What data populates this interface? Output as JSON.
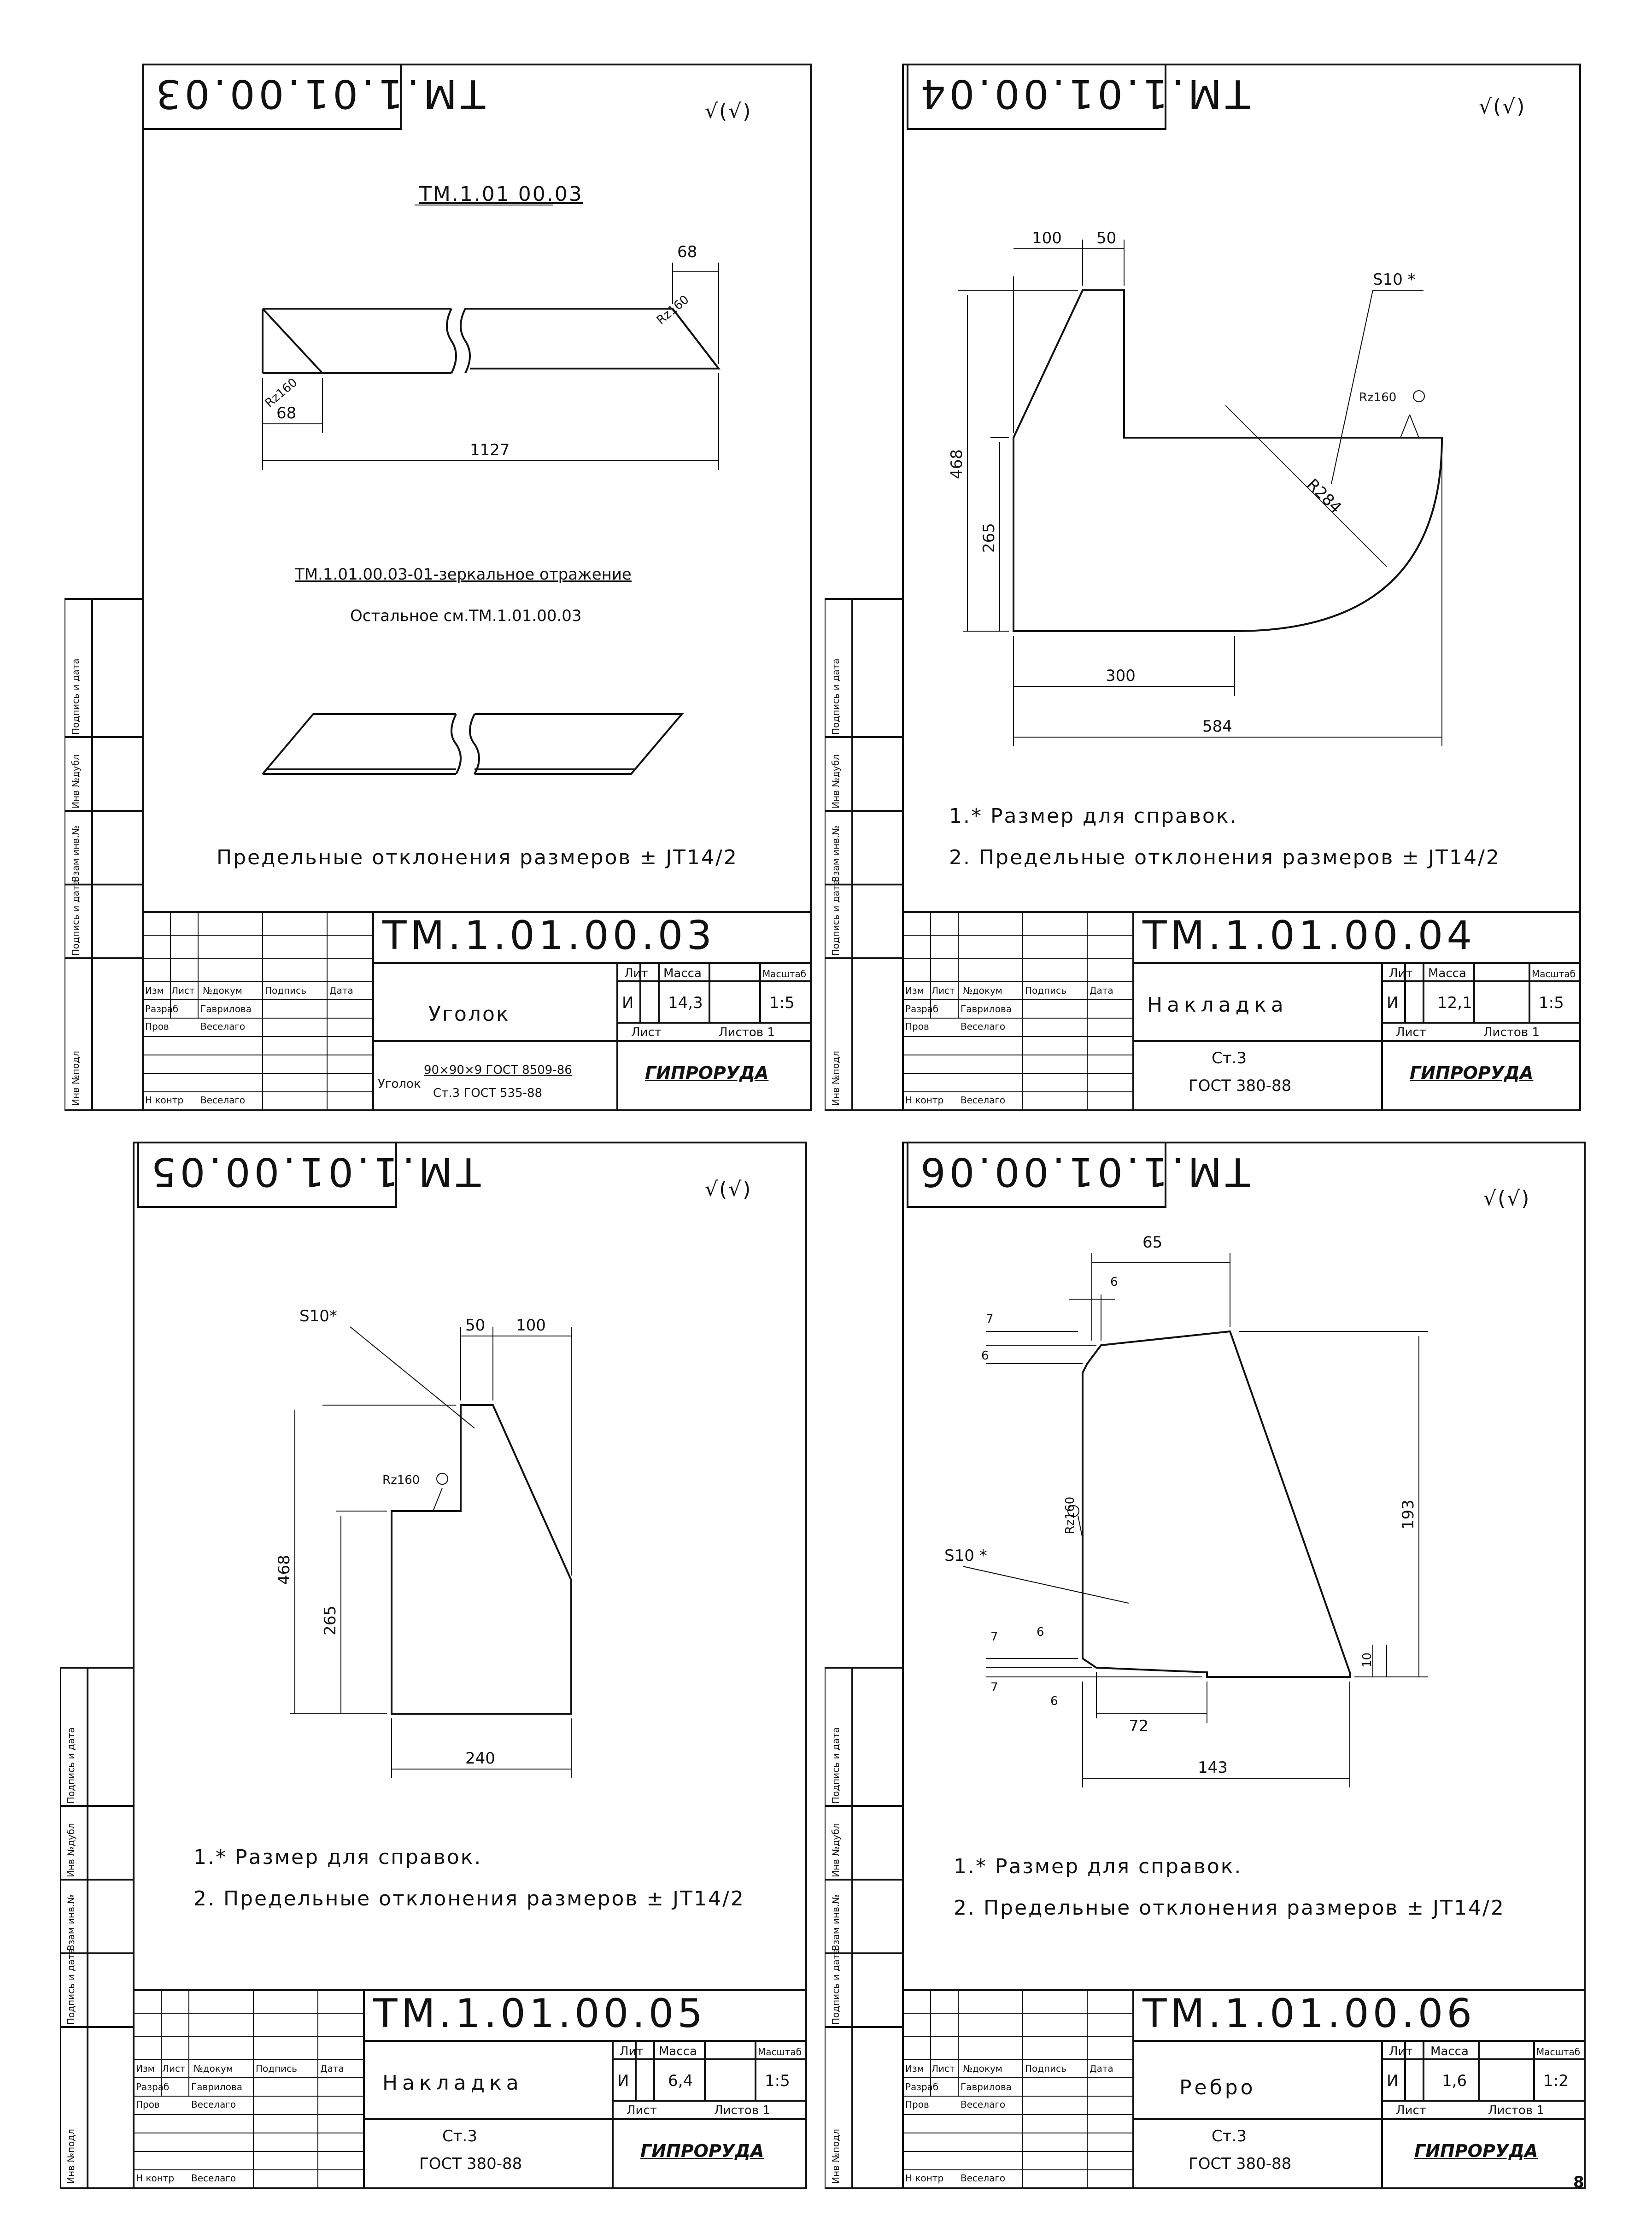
{
  "sheets": [
    {
      "code": "ТМ.1.01.00.03",
      "mirror_code": "ТМ.1.01.00.03",
      "roughness_mark": "√(√)",
      "drawing_title": "ТМ.1.01 00.03",
      "note_mirror": "ТМ.1.01.00.03-01-зеркальное отражение",
      "note_rest": "Остальное см.ТМ.1.01.00.03",
      "tolerance": "Предельные отклонения размеров ± JT14/2",
      "dims": [
        "68",
        "Rz160",
        "Rz160",
        "68",
        "1127"
      ],
      "part_name": "Уголок",
      "material_line1": "90×90×9 ГОСТ 8509-86",
      "material_line2": "Ст.3 ГОСТ 535-88",
      "material_prefix": "Уголок",
      "lit": "И",
      "mass": "14,3",
      "scale": "1:5",
      "rows": {
        "razrab": "Разраб",
        "razrab_name": "Гаврилова",
        "prov": "Пров",
        "prov_name": "Веселаго",
        "nkontr": "Н контр",
        "nkontr_name": "Веселаго"
      }
    },
    {
      "code": "ТМ.1.01.00.04",
      "mirror_code": "ТМ.1.01.00.04",
      "roughness_mark": "√(√)",
      "notes": [
        "1.* Размер для справок.",
        "2. Предельные отклонения размеров ± JT14/2"
      ],
      "dims": [
        "100",
        "50",
        "S10 *",
        "Rz160",
        "R284",
        "468",
        "265",
        "300",
        "584"
      ],
      "part_name": "Накладка",
      "material_line1": "Ст.3",
      "material_line2": "ГОСТ 380-88",
      "lit": "И",
      "mass": "12,1",
      "scale": "1:5",
      "rows": {
        "razrab": "Разраб",
        "razrab_name": "Гаврилова",
        "prov": "Пров",
        "prov_name": "Веселаго",
        "nkontr": "Н контр",
        "nkontr_name": "Веселаго"
      }
    },
    {
      "code": "ТМ.1.01.00.05",
      "mirror_code": "ТМ.1.01.00.05",
      "roughness_mark": "√(√)",
      "notes": [
        "1.* Размер для справок.",
        "2. Предельные отклонения размеров ± JT14/2"
      ],
      "dims": [
        "S10*",
        "50",
        "100",
        "Rz160",
        "468",
        "265",
        "240"
      ],
      "part_name": "Накладка",
      "material_line1": "Ст.3",
      "material_line2": "ГОСТ 380-88",
      "lit": "И",
      "mass": "6,4",
      "scale": "1:5",
      "rows": {
        "razrab": "Разраб",
        "razrab_name": "Гаврилова",
        "prov": "Пров",
        "prov_name": "Веселаго",
        "nkontr": "Н контр",
        "nkontr_name": "Веселаго"
      }
    },
    {
      "code": "ТМ.1.01.00.06",
      "mirror_code": "ТМ.1.01.00.06",
      "roughness_mark": "√(√)",
      "notes": [
        "1.* Размер для справок.",
        "2. Предельные отклонения размеров ± JT14/2"
      ],
      "dims": [
        "65",
        "6",
        "7",
        "6",
        "Rz160",
        "S10 *",
        "193",
        "7",
        "6",
        "7",
        "6",
        "72",
        "143",
        "10"
      ],
      "part_name": "Ребро",
      "material_line1": "Ст.3",
      "material_line2": "ГОСТ 380-88",
      "lit": "И",
      "mass": "1,6",
      "scale": "1:2",
      "rows": {
        "razrab": "Разраб",
        "razrab_name": "Гаврилова",
        "prov": "Пров",
        "prov_name": "Веселаго",
        "nkontr": "Н контр",
        "nkontr_name": "Веселаго"
      }
    }
  ],
  "title_block_labels": {
    "izm": "Изм",
    "list": "Лист",
    "ndokum": "№докум",
    "podpis": "Подпись",
    "data": "Дата",
    "lit": "Лит",
    "massa": "Масса",
    "masshtab": "Масштаб",
    "list_sheet": "Лист",
    "listov": "Листов 1",
    "brand": "ГИПРОРУДА"
  },
  "side_labels": [
    "Инв №подл",
    "Подпись и дата",
    "Взам инв.№",
    "Инв №дубл",
    "Подпись и дата"
  ],
  "page_number": "8"
}
